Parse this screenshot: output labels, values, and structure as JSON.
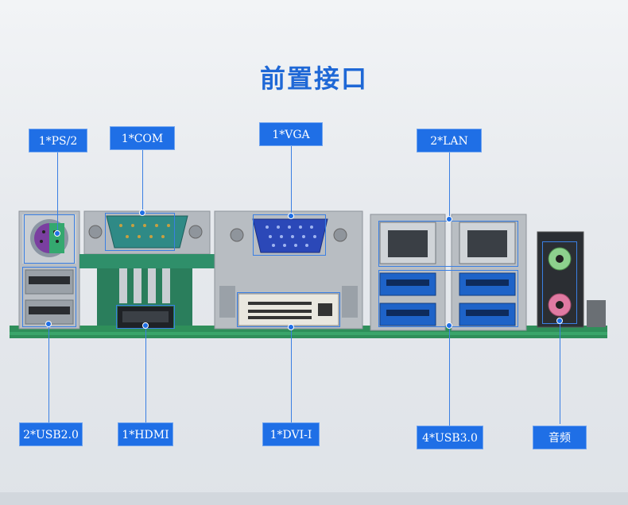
{
  "title": "前置接口",
  "labels": {
    "ps2": "1*PS/2",
    "com": "1*COM",
    "vga": "1*VGA",
    "lan": "2*LAN",
    "usb2": "2*USB2.0",
    "hdmi": "1*HDMI",
    "dvi": "1*DVI-I",
    "usb3": "4*USB3.0",
    "audio": "音频"
  },
  "colors": {
    "accent": "#1f6fe6",
    "title": "#1f68d6",
    "pcb": "#2e8b57",
    "usb3": "#1e63c8"
  }
}
